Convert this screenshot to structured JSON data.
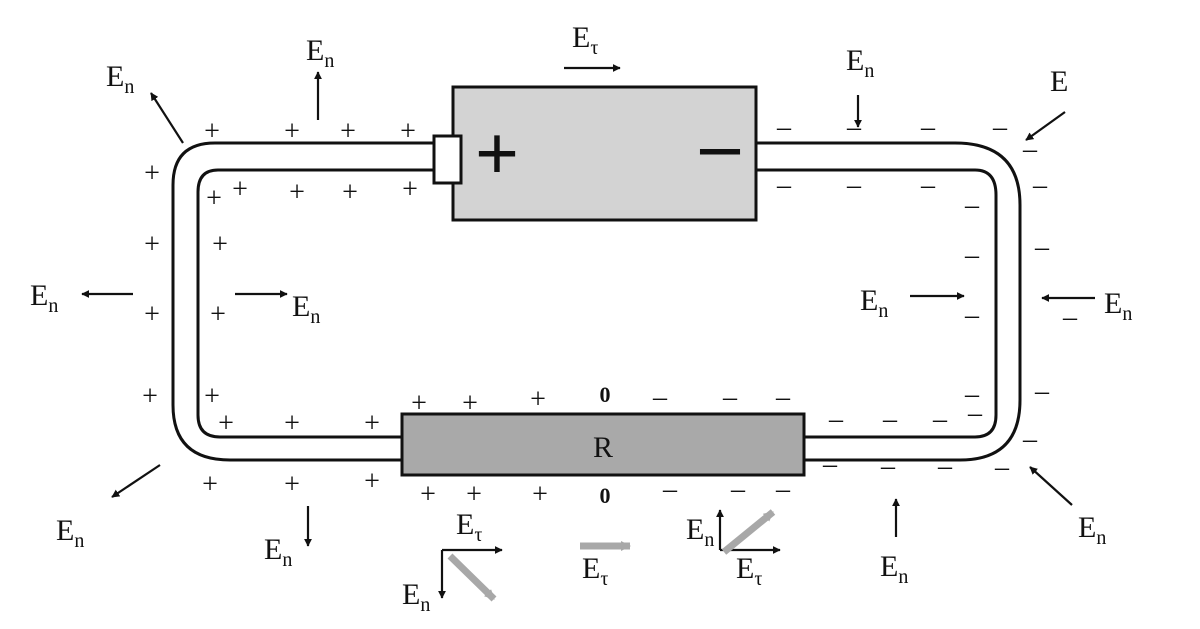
{
  "diagram": {
    "field_symbol": "E",
    "normal_subscript": "n",
    "tangential_subscript": "τ",
    "plus_sign": "+",
    "minus_sign": "–",
    "zero_mark": "0",
    "resistor_label": "R",
    "battery_plus_symbol": "+",
    "battery_minus_symbol": "–"
  },
  "colors": {
    "line": "#111111",
    "battery_fill": "#d3d3d3",
    "resistor_fill": "#a9a9a9",
    "grey_arrow": "#a8a8a8",
    "wire_fill": "#ffffff"
  }
}
